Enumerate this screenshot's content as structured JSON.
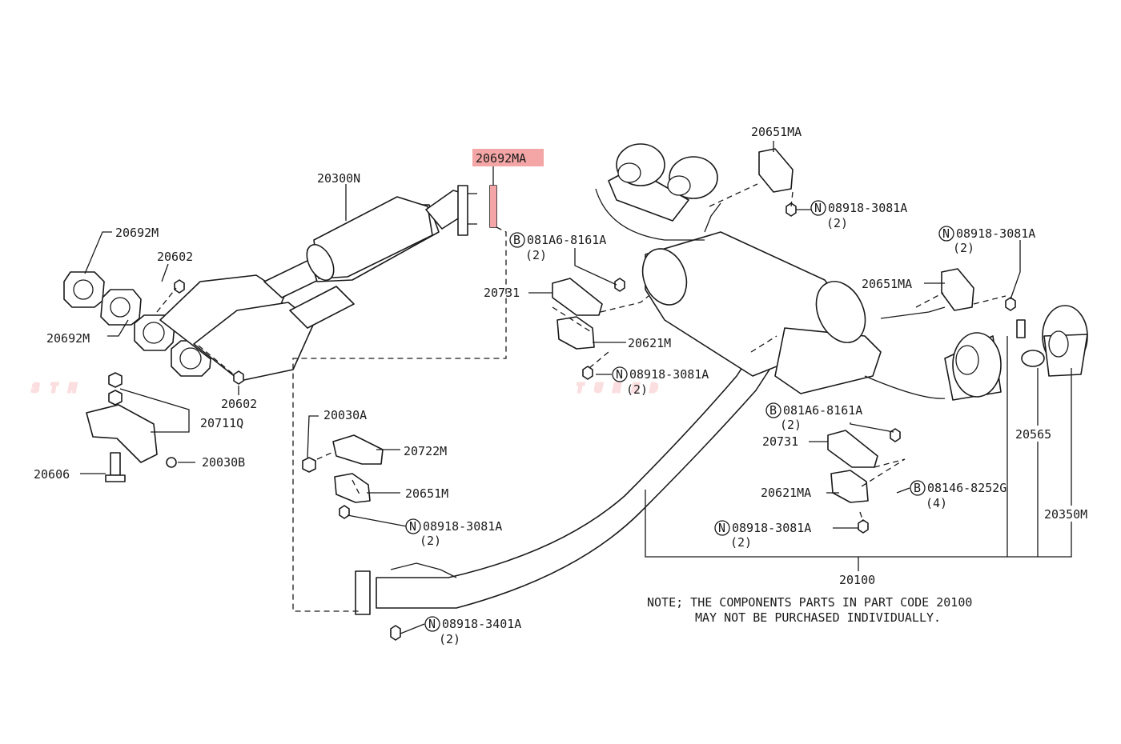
{
  "watermark": {
    "left": "STM",
    "right": "TUNED",
    "color": "#e8383d"
  },
  "highlight_color": "#f4a5a5",
  "callouts": {
    "c20692MA": "20692MA",
    "c20300N": "20300N",
    "c20692M_top": "20692M",
    "c20602_top": "20602",
    "c20692M_left": "20692M",
    "c20602_bottom": "20602",
    "c20711Q": "20711Q",
    "c20606": "20606",
    "c20030B": "20030B",
    "c20030A": "20030A",
    "c20722M": "20722M",
    "c20651M": "20651M",
    "c08918_3081A_mid": "08918-3081A",
    "q2_mid": "(2)",
    "c08918_3401A": "08918-3401A",
    "q2_3401": "(2)",
    "c081A6_8161A_top": "081A6-8161A",
    "q2_081_top": "(2)",
    "c20731_top": "20731",
    "c20621M": "20621M",
    "c08918_3081A_center": "08918-3081A",
    "q2_center": "(2)",
    "c20651MA_top": "20651MA",
    "c08918_3081A_topright": "08918-3081A",
    "q2_topright": "(2)",
    "c08918_3081A_right": "08918-3081A",
    "q2_right": "(2)",
    "c20651MA_right": "20651MA",
    "c081A6_8161A_low": "081A6-8161A",
    "q2_081_low": "(2)",
    "c20731_low": "20731",
    "c20621MA": "20621MA",
    "c08918_3081A_low": "08918-3081A",
    "q2_low": "(2)",
    "c08146_8252G": "08146-8252G",
    "q4": "(4)",
    "c20565": "20565",
    "c20350M": "20350M",
    "c20100": "20100"
  },
  "prefix": {
    "N": "N",
    "B": "B"
  },
  "note": {
    "line1": "NOTE; THE COMPONENTS PARTS IN PART CODE 20100",
    "line2": "MAY NOT BE PURCHASED INDIVIDUALLY."
  }
}
